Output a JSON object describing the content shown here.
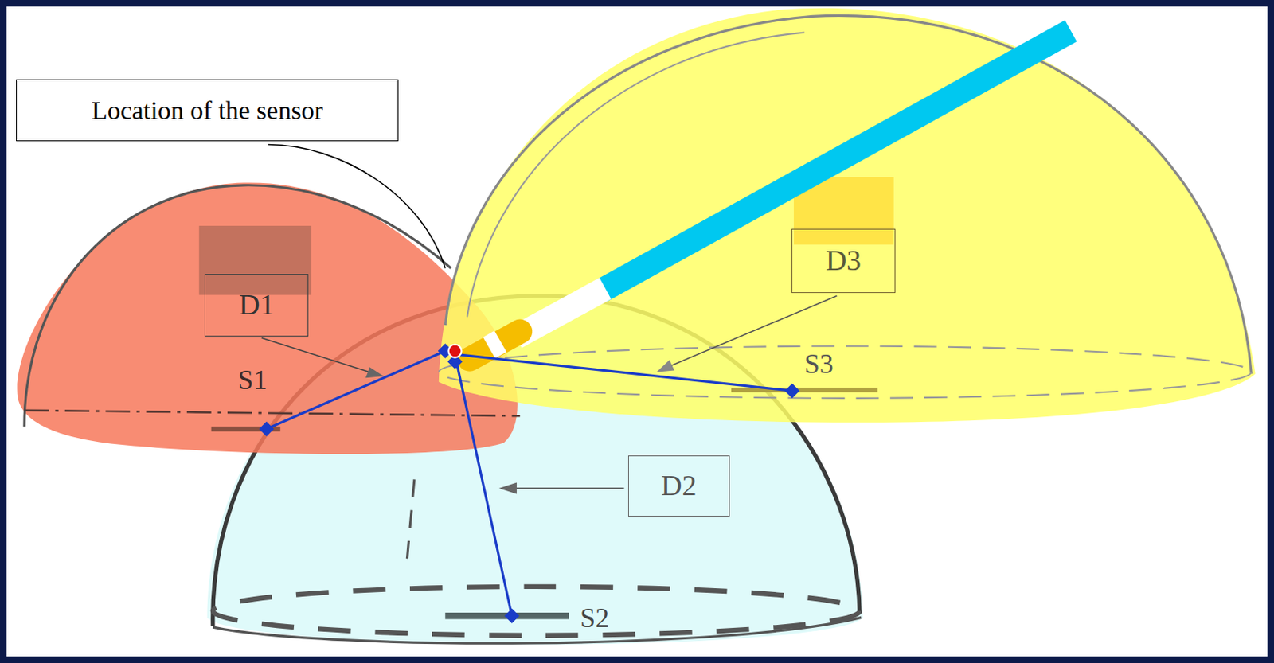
{
  "diagram": {
    "nodes": [
      {
        "text": [
          "Location of the sensor"
        ]
      },
      {
        "text": [
          "D1"
        ]
      },
      {
        "text": [
          "D2"
        ]
      },
      {
        "text": [
          "D3"
        ]
      }
    ],
    "labels": [
      "S1",
      "S2",
      "S3"
    ]
  }
}
